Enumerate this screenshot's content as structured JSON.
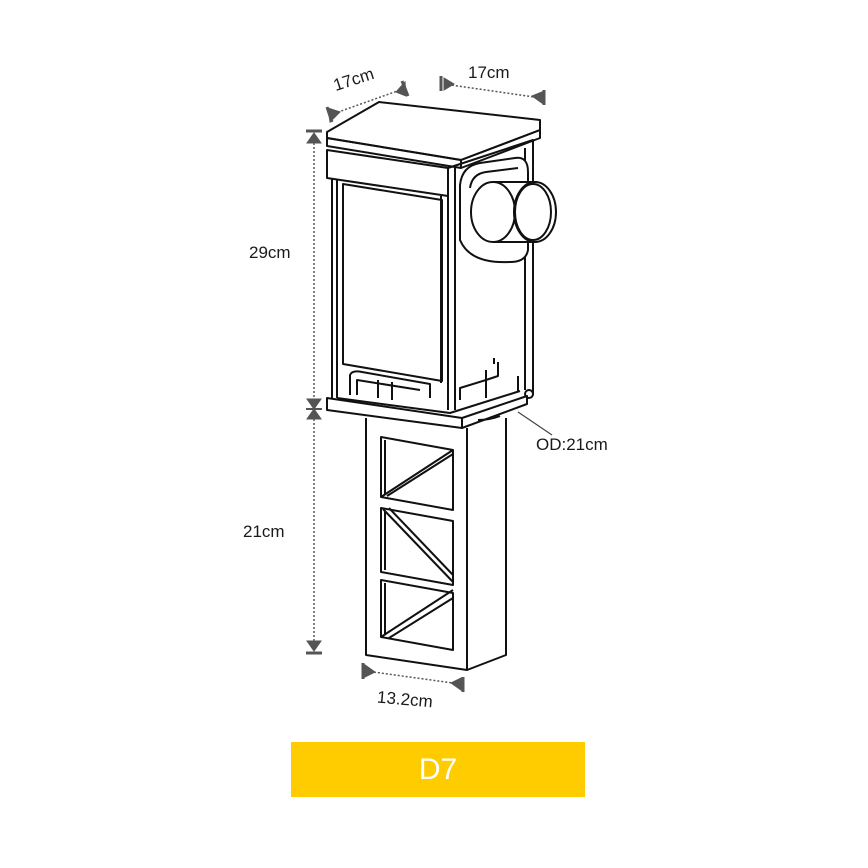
{
  "dimensions": {
    "top_depth": "17cm",
    "top_width": "17cm",
    "upper_height": "29cm",
    "lower_height": "21cm",
    "base_width": "13.2cm",
    "outer_diameter": "OD:21cm"
  },
  "banner": {
    "label": "D7",
    "color": "#FFCC00",
    "text_color": "#FFFFFF"
  },
  "colors": {
    "line": "#111111",
    "dimension_line": "#555555"
  }
}
